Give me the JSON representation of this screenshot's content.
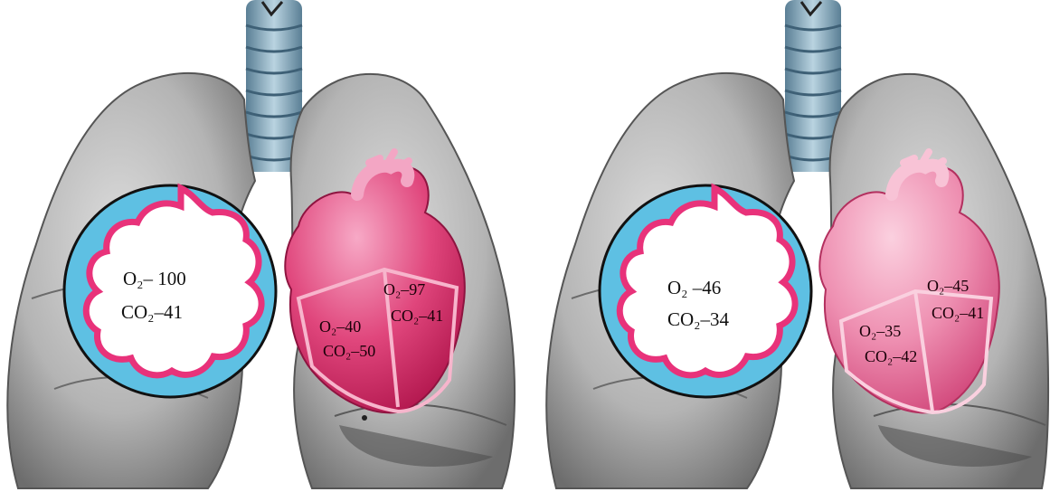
{
  "panels": [
    {
      "alveolus": {
        "o2": "O₂– 100",
        "co2": "CO₂–41"
      },
      "left_chamber": {
        "o2": "O₂–40",
        "co2": "CO₂–50"
      },
      "right_chamber": {
        "o2": "O₂–97",
        "co2": "CO₂–41"
      }
    },
    {
      "alveolus": {
        "o2": "O₂ –46",
        "co2": "CO₂–34"
      },
      "left_chamber": {
        "o2": "O₂–35",
        "co2": "CO₂–42"
      },
      "right_chamber": {
        "o2": "O₂–45",
        "co2": "CO₂–41"
      }
    }
  ],
  "colors": {
    "lung": "#b9b9b9",
    "lung_dark": "#7e7e7e",
    "trachea_ring": "#7fa3b8",
    "alveolus_fluid": "#64c3e4",
    "alveolus_rim": "#e8327a",
    "heart_panel1": "#dd3a72",
    "heart_panel2": "#ea7fa4"
  }
}
